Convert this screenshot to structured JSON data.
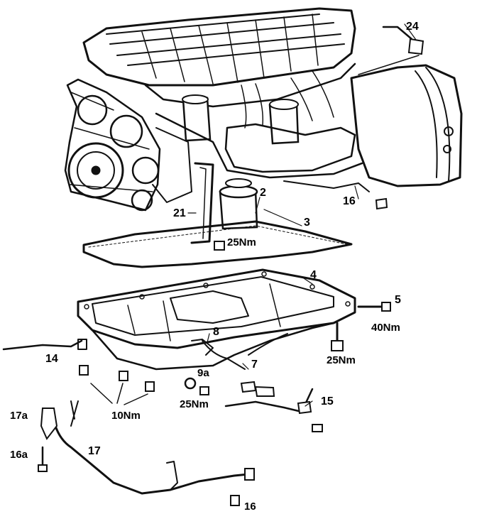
{
  "labels": {
    "l24": "24",
    "l2": "2",
    "l21": "21",
    "l25a": "25Nm",
    "l3": "3",
    "l16a": "16",
    "l4": "4",
    "l5": "5",
    "l40": "40Nm",
    "l8": "8",
    "l25b": "25Nm",
    "l14": "14",
    "l7": "7",
    "l9a": "9a",
    "l25c": "25Nm",
    "l10": "10Nm",
    "l15": "15",
    "l17a": "17a",
    "l16b": "16a",
    "l17": "17",
    "l16c": "16"
  },
  "colors": {
    "ink": "#111111",
    "paper": "#ffffff"
  }
}
